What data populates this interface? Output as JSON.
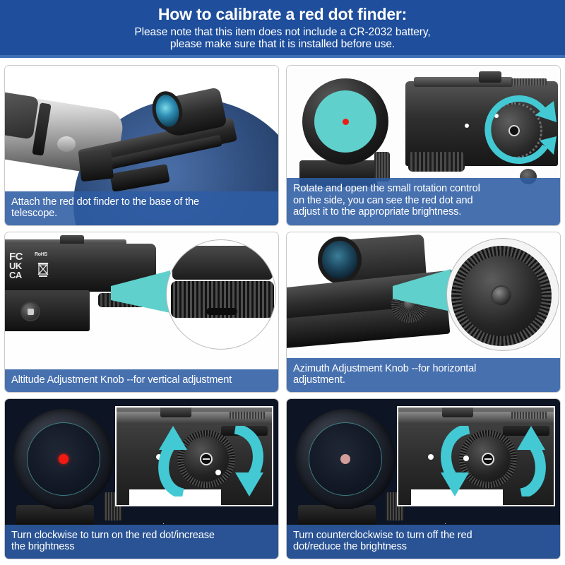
{
  "header": {
    "title": "How to calibrate a red dot finder:",
    "subtitle_line1": "Please note that this item does not include a CR-2032 battery,",
    "subtitle_line2": "please make sure that it is installed before use.",
    "background_color": "#1e4e9c"
  },
  "theme": {
    "header_blue": "#1e4e9c",
    "caption_blue": "#2e5ca4",
    "accent_teal": "#5fd0cc",
    "red_dot": "#ee1c15",
    "dim_red_dot": "#f3b3ad",
    "panel_border": "#c9c9c9",
    "page_background": "#ffffff"
  },
  "steps": [
    {
      "index": 1,
      "caption_lines": [
        "Attach the red dot finder to the base of the",
        "telescope."
      ],
      "image_alt": "telescope-with-red-dot-finder",
      "subject": "red dot finder mounted on telescope tube"
    },
    {
      "index": 2,
      "caption_lines": [
        "Rotate and open the small rotation control",
        "on the side, you can see the red dot and",
        "adjust it to the appropriate brightness."
      ],
      "image_alt": "lens-view-and-brightness-dial",
      "subject": "teal lens with red dot and brightness dial with rotation arrow"
    },
    {
      "index": 3,
      "caption_lines": [
        "Altitude Adjustment Knob --for vertical adjustment"
      ],
      "image_alt": "altitude-adjustment-knob",
      "subject": "altitude knob magnified callout",
      "markings": [
        "FC",
        "UK",
        "CA",
        "RoHS"
      ]
    },
    {
      "index": 4,
      "caption_lines": [
        "Azimuth Adjustment Knob --for horizontal",
        "adjustment."
      ],
      "image_alt": "azimuth-adjustment-knob",
      "subject": "azimuth knob magnified callout"
    },
    {
      "index": 5,
      "caption_lines": [
        "Turn clockwise to turn on the red dot/increase",
        "the brightness"
      ],
      "image_alt": "clockwise-turn-on-red-dot",
      "subject": "night sky view with bright red dot and clockwise arrows",
      "dot_state": "bright"
    },
    {
      "index": 6,
      "caption_lines": [
        "Turn counterclockwise to turn off the red",
        "dot/reduce the brightness"
      ],
      "image_alt": "counterclockwise-turn-off-red-dot",
      "subject": "night sky view with dimmed red dot and counterclockwise arrows",
      "dot_state": "dim"
    }
  ]
}
